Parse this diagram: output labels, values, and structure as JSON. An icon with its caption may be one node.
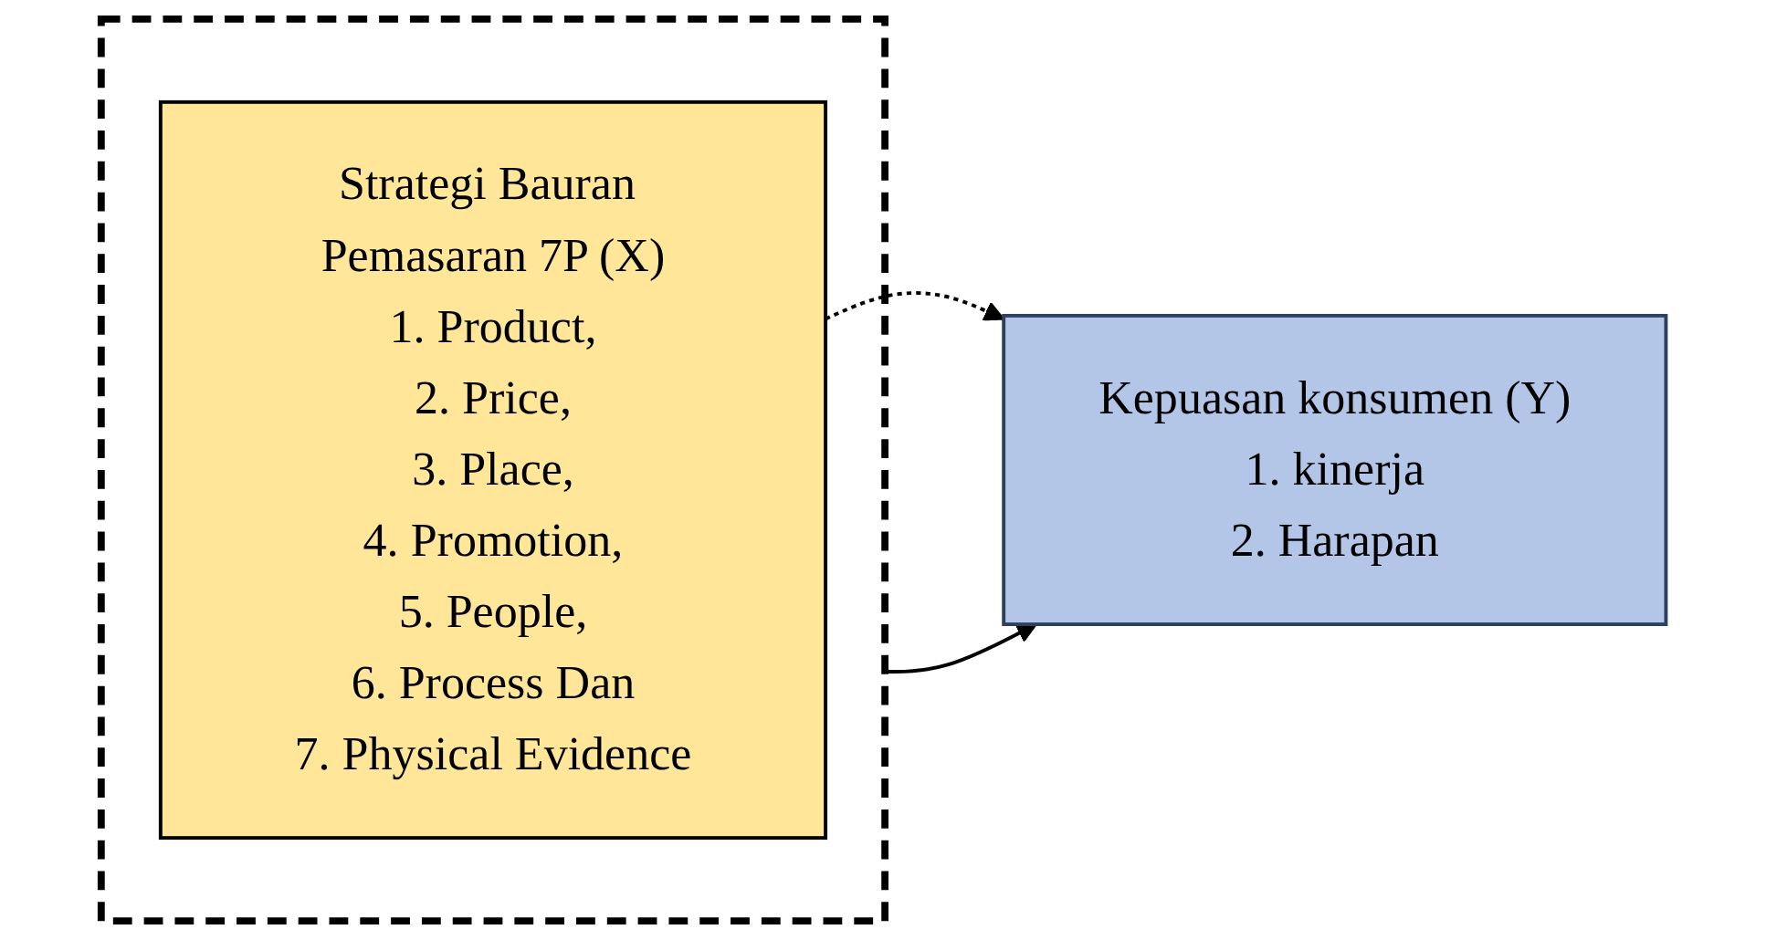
{
  "diagram": {
    "nodes": [
      {
        "text": [],
        "shape": "box"
      },
      {
        "text": [
          "Strategi Bauran Pemasaran 7P (X)",
          "1. Product,",
          "2. Price,",
          "3. Place,",
          "4. Promotion,",
          "5. People,",
          "6. Process Dan",
          "7. Physical Evidence"
        ],
        "in": 0
      },
      {
        "text": [
          "Kepuasan konsumen (Y)",
          "1. kinerja",
          "2. Harapan"
        ]
      }
    ],
    "edges": [
      {
        "from": 0,
        "to": 2,
        "arrow": "to"
      },
      {
        "from": 1,
        "to": 2,
        "arrow": "to",
        "style": "dashed"
      }
    ]
  }
}
